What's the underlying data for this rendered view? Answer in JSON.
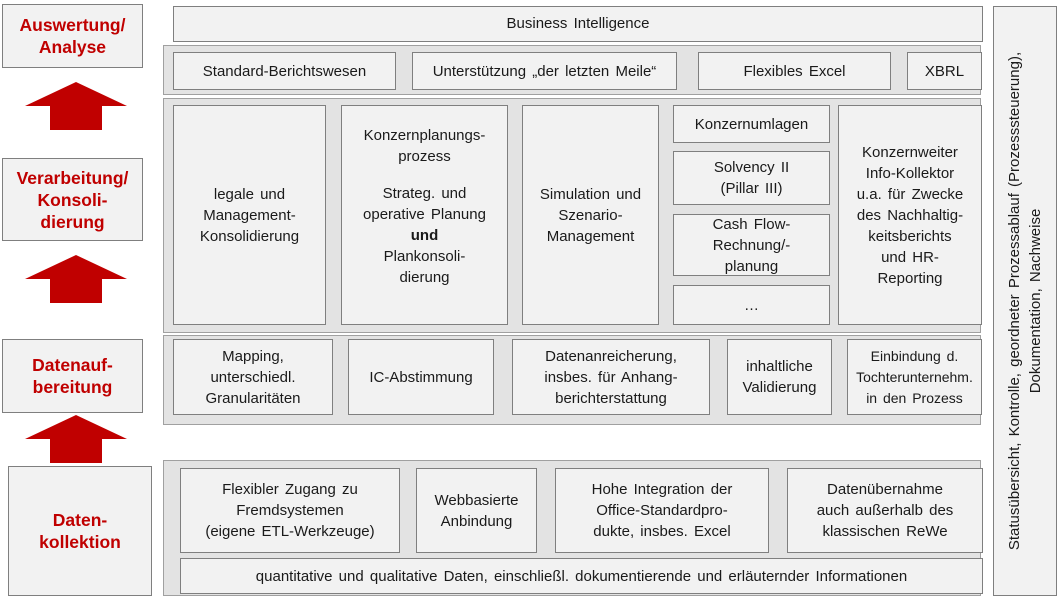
{
  "stages": {
    "analyse": "Auswertung/\nAnalyse",
    "verarbeitung": "Verarbeitung/\nKonsoli-\ndierung",
    "datenaufbereitung": "Datenauf-\nbereitung",
    "datenkollektion": "Daten-\nkollektion"
  },
  "auswertung": {
    "business_intelligence": "Business Intelligence",
    "standard_berichtswesen": "Standard-Berichtswesen",
    "letzte_meile": "Unterstützung „der letzten Meile“",
    "flexibles_excel": "Flexibles Excel",
    "xbrl": "XBRL"
  },
  "verarbeitung": {
    "legale_konsolidierung": "legale und\nManagement-\nKonsolidierung",
    "konzernplanung_title": "Konzernplanungs-\nprozess",
    "konzernplanung_strateg": "Strateg. und\noperative Planung",
    "konzernplanung_und": "und",
    "konzernplanung_plankons": "Plankonsoli-\ndierung",
    "simulation": "Simulation und\nSzenario-\nManagement",
    "konzernumlagen": "Konzernumlagen",
    "solvency": "Solvency II\n(Pillar III)",
    "cashflow": "Cash Flow-\nRechnung/-\nplanung",
    "ellipsis": "…",
    "info_kollektor": "Konzernweiter\nInfo-Kollektor\nu.a. für Zwecke\ndes Nachhaltig-\nkeitsberichts\nund HR-\nReporting"
  },
  "aufbereitung": {
    "mapping": "Mapping,\nunterschiedl.\nGranularitäten",
    "ic_abstimmung": "IC-Abstimmung",
    "datenanreicherung": "Datenanreicherung,\ninsbes. für Anhang-\nberichterstattung",
    "validierung": "inhaltliche\nValidierung",
    "einbindung": "Einbindung d.\nTochterunternehm.\nin den Prozess"
  },
  "kollektion": {
    "flexibler_zugang": "Flexibler Zugang zu\nFremdsystemen\n(eigene ETL-Werkzeuge)",
    "webbasiert": "Webbasierte\nAnbindung",
    "integration": "Hohe Integration der\nOffice-Standardpro-\ndukte, insbes. Excel",
    "datenuebernahme": "Datenübernahme\nauch außerhalb des\nklassischen ReWe",
    "daten_info": "quantitative und qualitative Daten, einschließl. dokumentierende und erläuternder Informationen"
  },
  "side": {
    "status": "Statusübersicht, Kontrolle, geordneter Prozessablauf (Prozesssteuerung),\nDokumentation, Nachweise"
  },
  "colors": {
    "stage_text": "#c00000",
    "arrow": "#c00000",
    "box_bg": "#f2f2f2",
    "band_bg": "#e3e3e3",
    "border": "#7f7f7f"
  }
}
